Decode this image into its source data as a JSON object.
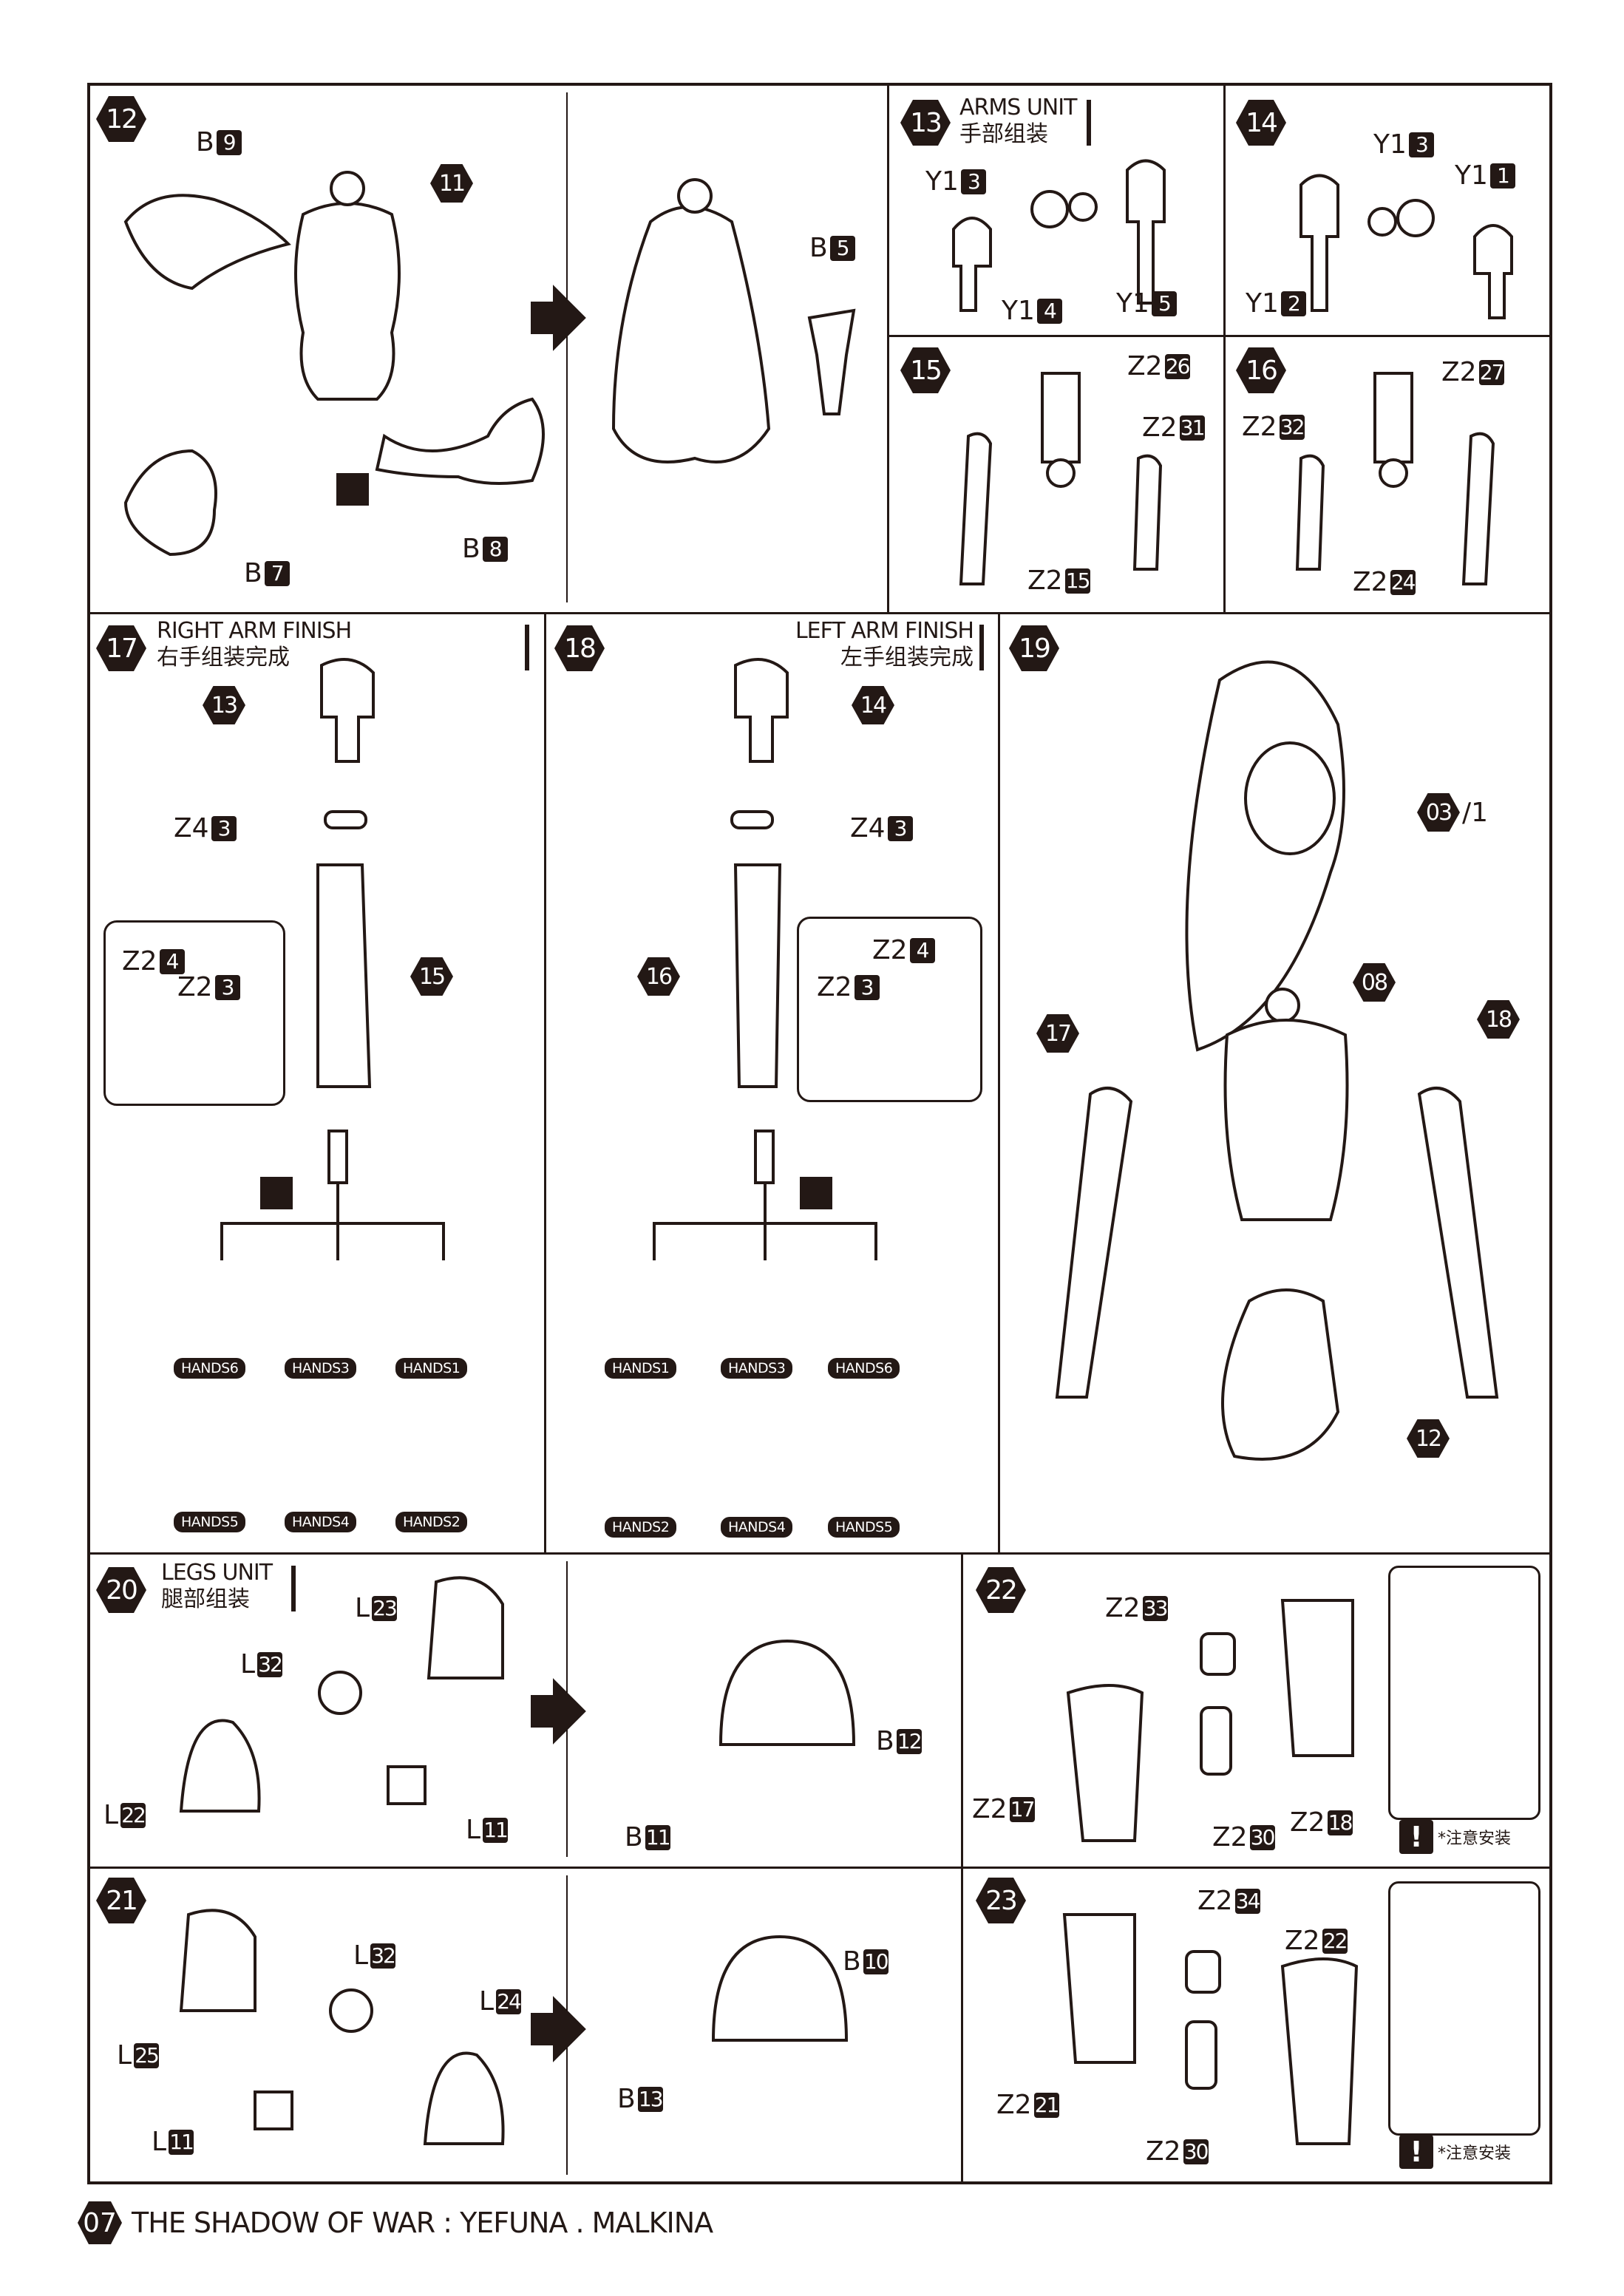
{
  "page": {
    "number": "07",
    "title": "THE SHADOW OF WAR : YEFUNA . MALKINA"
  },
  "colors": {
    "ink": "#231815",
    "part_fill": "#ffffff",
    "inset_fill": "#9e9e9e"
  },
  "steps": {
    "s12": {
      "num": "12",
      "labels": [
        {
          "p": "B",
          "n": "9"
        },
        {
          "hex": "11"
        },
        {
          "p": "B",
          "n": "5"
        },
        {
          "p": "B",
          "n": "8"
        },
        {
          "p": "B",
          "n": "7"
        }
      ]
    },
    "s13": {
      "num": "13",
      "title_en": "ARMS UNIT",
      "title_cn": "手部组装",
      "labels": [
        {
          "p": "Y1",
          "n": "3"
        },
        {
          "p": "Y1",
          "n": "4"
        },
        {
          "p": "Y1",
          "n": "5"
        }
      ]
    },
    "s14": {
      "num": "14",
      "labels": [
        {
          "p": "Y1",
          "n": "3"
        },
        {
          "p": "Y1",
          "n": "1"
        },
        {
          "p": "Y1",
          "n": "2"
        }
      ]
    },
    "s15": {
      "num": "15",
      "labels": [
        {
          "p": "Z2",
          "n": "26"
        },
        {
          "p": "Z2",
          "n": "31"
        },
        {
          "p": "Z2",
          "n": "15"
        }
      ]
    },
    "s16": {
      "num": "16",
      "labels": [
        {
          "p": "Z2",
          "n": "27"
        },
        {
          "p": "Z2",
          "n": "32"
        },
        {
          "p": "Z2",
          "n": "24"
        }
      ]
    },
    "s17": {
      "num": "17",
      "title_en": "RIGHT ARM FINISH",
      "title_cn": "右手组装完成",
      "labels": [
        {
          "hex": "13"
        },
        {
          "p": "Z4",
          "n": "3"
        },
        {
          "hex": "15"
        },
        {
          "p": "Z2",
          "n": "4"
        },
        {
          "p": "Z2",
          "n": "3"
        }
      ],
      "hands": [
        "HANDS6",
        "HANDS3",
        "HANDS1",
        "HANDS5",
        "HANDS4",
        "HANDS2"
      ]
    },
    "s18": {
      "num": "18",
      "title_en": "LEFT ARM FINISH",
      "title_cn": "左手组装完成",
      "labels": [
        {
          "hex": "14"
        },
        {
          "p": "Z4",
          "n": "3"
        },
        {
          "hex": "16"
        },
        {
          "p": "Z2",
          "n": "4"
        },
        {
          "p": "Z2",
          "n": "3"
        }
      ],
      "hands": [
        "HANDS1",
        "HANDS3",
        "HANDS6",
        "HANDS2",
        "HANDS4",
        "HANDS5"
      ]
    },
    "s19": {
      "num": "19",
      "labels": [
        {
          "hex": "03",
          "suffix": "/1"
        },
        {
          "hex": "08"
        },
        {
          "hex": "17"
        },
        {
          "hex": "18"
        },
        {
          "hex": "12"
        }
      ]
    },
    "s20": {
      "num": "20",
      "title_en": "LEGS UNIT",
      "title_cn": "腿部组装",
      "labels": [
        {
          "p": "L",
          "n": "23"
        },
        {
          "p": "L",
          "n": "32"
        },
        {
          "p": "L",
          "n": "22"
        },
        {
          "p": "L",
          "n": "11"
        },
        {
          "p": "B",
          "n": "12"
        },
        {
          "p": "B",
          "n": "11"
        }
      ]
    },
    "s21": {
      "num": "21",
      "labels": [
        {
          "p": "L",
          "n": "32"
        },
        {
          "p": "L",
          "n": "24"
        },
        {
          "p": "L",
          "n": "25"
        },
        {
          "p": "L",
          "n": "11"
        },
        {
          "p": "B",
          "n": "10"
        },
        {
          "p": "B",
          "n": "13"
        }
      ]
    },
    "s22": {
      "num": "22",
      "labels": [
        {
          "p": "Z2",
          "n": "33"
        },
        {
          "p": "Z2",
          "n": "17"
        },
        {
          "p": "Z2",
          "n": "30"
        },
        {
          "p": "Z2",
          "n": "18"
        }
      ],
      "warning": "*注意安装"
    },
    "s23": {
      "num": "23",
      "labels": [
        {
          "p": "Z2",
          "n": "34"
        },
        {
          "p": "Z2",
          "n": "22"
        },
        {
          "p": "Z2",
          "n": "21"
        },
        {
          "p": "Z2",
          "n": "30"
        }
      ],
      "warning": "*注意安装"
    }
  }
}
